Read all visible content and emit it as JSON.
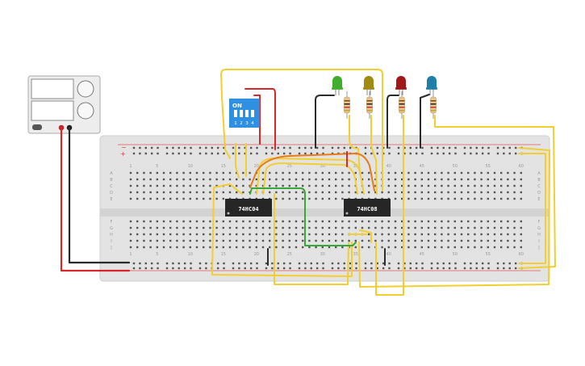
{
  "canvas": {
    "background": "#ffffff"
  },
  "power_supply": {
    "name": "dc-power-supply"
  },
  "dip_switch": {
    "label_on": "ON",
    "positions": [
      "1",
      "2",
      "3",
      "4"
    ],
    "color": "#2f8fe0"
  },
  "chips": [
    {
      "id": "u1",
      "label": "74HC04"
    },
    {
      "id": "u2",
      "label": "74HC08"
    }
  ],
  "leds": [
    {
      "name": "led-green",
      "color": "#3fae2a"
    },
    {
      "name": "led-olive",
      "color": "#a08a10"
    },
    {
      "name": "led-red",
      "color": "#a01818"
    },
    {
      "name": "led-blue",
      "color": "#1f7fa8"
    }
  ],
  "breadboard": {
    "column_numbers": [
      "1",
      "5",
      "10",
      "15",
      "20",
      "25",
      "30",
      "35",
      "40",
      "45",
      "50",
      "55",
      "60"
    ],
    "row_letters_top": [
      "A",
      "B",
      "C",
      "D",
      "E"
    ],
    "row_letters_bottom": [
      "F",
      "G",
      "H",
      "I",
      "J"
    ],
    "rail_plus": "+",
    "rail_minus": "−"
  },
  "wire_colors": {
    "yellow": "#f2cf2e",
    "red": "#d8262a",
    "black": "#2b2b2b",
    "green": "#37a83a",
    "orange": "#e87b16"
  }
}
